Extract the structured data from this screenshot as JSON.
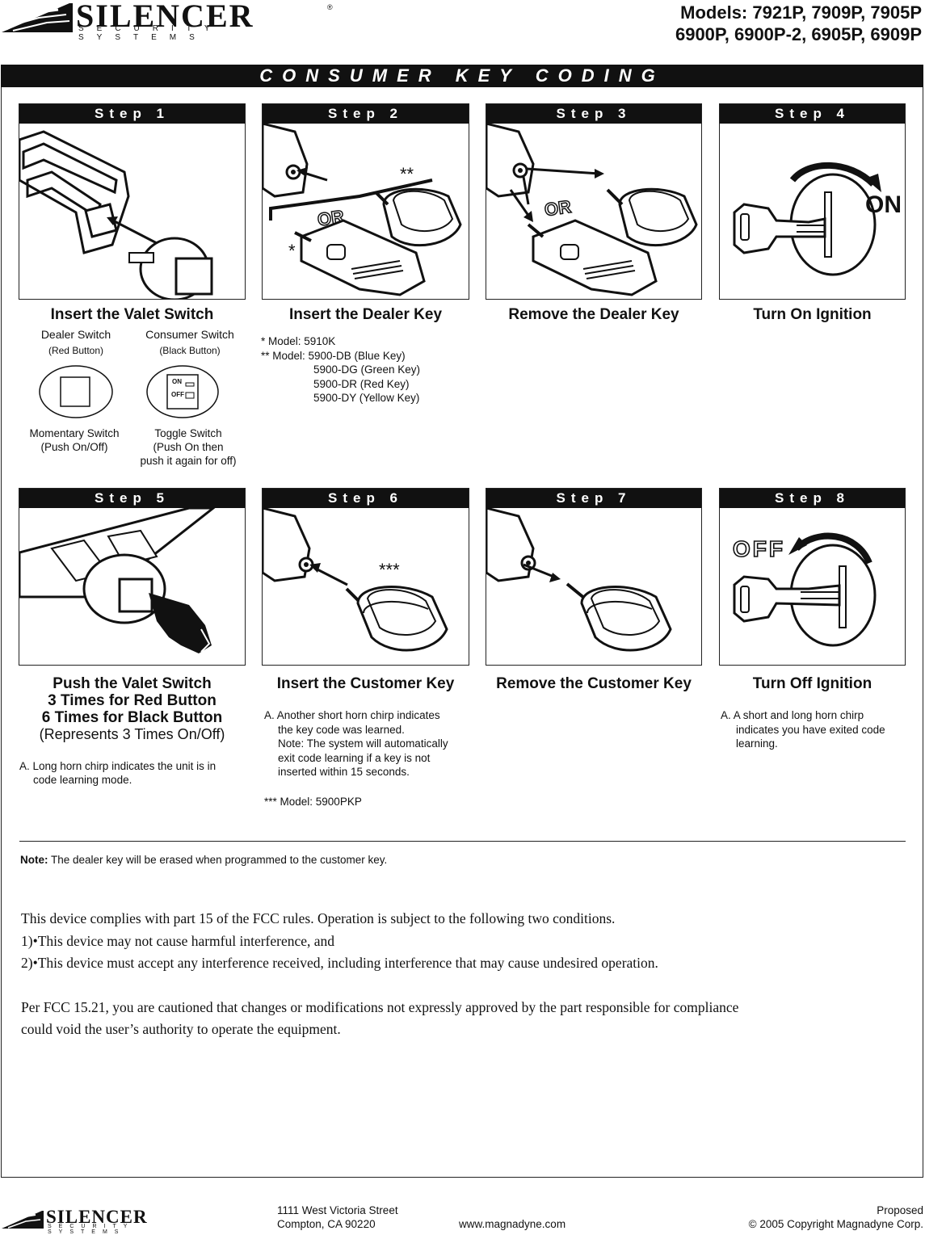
{
  "brand": {
    "name": "SILENCER",
    "tagline": "SECURITY SYSTEMS",
    "reg": "®"
  },
  "models": {
    "line1": "Models: 7921P, 7909P, 7905P",
    "line2": "6900P, 6900P-2, 6905P, 6909P"
  },
  "banner": "CONSUMER KEY CODING",
  "steps": [
    {
      "label": "Step 1",
      "caption": "Insert the Valet Switch"
    },
    {
      "label": "Step 2",
      "caption": "Insert the Dealer Key",
      "or_text": "OR",
      "mark_a": "**",
      "mark_b": "*"
    },
    {
      "label": "Step 3",
      "caption": "Remove the Dealer Key",
      "or_text": "OR"
    },
    {
      "label": "Step 4",
      "caption": "Turn On Ignition",
      "state_text": "ON"
    },
    {
      "label": "Step 5",
      "caption_lines": [
        "Push the Valet Switch",
        "3 Times for Red Button",
        "6 Times for Black Button",
        "(Represents 3 Times On/Off)"
      ]
    },
    {
      "label": "Step 6",
      "caption": "Insert the Customer Key",
      "mark": "***"
    },
    {
      "label": "Step 7",
      "caption": "Remove the Customer Key"
    },
    {
      "label": "Step 8",
      "caption": "Turn Off Ignition",
      "state_text": "OFF"
    }
  ],
  "switches": {
    "dealer_title": "Dealer Switch",
    "dealer_sub": "(Red Button)",
    "consumer_title": "Consumer Switch",
    "consumer_sub": "(Black Button)",
    "toggle_on": "ON",
    "toggle_off": "OFF",
    "momentary_line1": "Momentary Switch",
    "momentary_line2": "(Push On/Off)",
    "toggle_line1": "Toggle Switch",
    "toggle_line2": "(Push On then",
    "toggle_line3": "push it again for off)"
  },
  "step2_notes": [
    "* Model: 5910K",
    "** Model:  5900-DB (Blue Key)",
    "5900-DG (Green Key)",
    "5900-DR (Red Key)",
    "5900-DY (Yellow Key)"
  ],
  "step5_note": [
    "A. Long horn chirp indicates the unit is in",
    "code learning mode."
  ],
  "step6_notes": [
    "A. Another short horn chirp indicates",
    "the key code was learned.",
    "Note: The system will automatically",
    "exit code learning if a key is not",
    "inserted within 15 seconds.",
    "*** Model: 5900PKP"
  ],
  "step8_notes": [
    "A. A short and long horn chirp",
    "indicates you have exited code",
    "learning."
  ],
  "note": {
    "label": "Note:",
    "text": " The dealer key will be erased when programmed to the customer key."
  },
  "fcc": [
    "This device complies with part 15 of the FCC rules.  Operation is subject to the following two conditions.",
    "1)•This device may not cause harmful interference, and",
    "2)•This device must accept any interference received, including interference that may cause undesired operation.",
    "Per FCC 15.21, you are cautioned that changes or modifications not expressly approved by the part responsible for compliance",
    "could void the user’s authority to operate the equipment."
  ],
  "footer": {
    "address1": "1111 West Victoria Street",
    "address2": "Compton, CA 90220",
    "website": "www.magnadyne.com",
    "status": "Proposed",
    "copyright": "© 2005 Copyright Magnadyne Corp."
  }
}
